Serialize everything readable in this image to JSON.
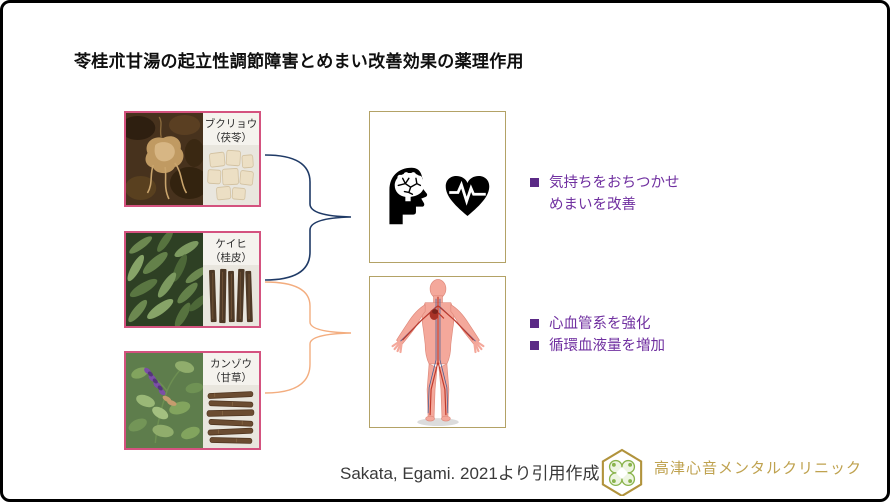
{
  "title": "苓桂朮甘湯の起立性調節障害とめまい改善効果の薬理作用",
  "herbs": [
    {
      "kana": "ブクリョウ",
      "kanji": "（茯苓）",
      "photo_icon": "poria-root-in-soil-photo",
      "pieces_icon": "dried-poria-cubes-photo"
    },
    {
      "kana": "ケイヒ",
      "kanji": "（桂皮）",
      "photo_icon": "cinnamon-leaves-photo",
      "pieces_icon": "dried-cinnamon-bark-photo"
    },
    {
      "kana": "カンゾウ",
      "kanji": "（甘草）",
      "photo_icon": "licorice-plant-photo",
      "pieces_icon": "dried-licorice-roots-photo"
    }
  ],
  "outcomes": [
    {
      "name": "mental-effect",
      "icons": [
        "brain-head-icon",
        "heart-pulse-icon"
      ],
      "bullets": [
        [
          "気持ちをおちつかせ",
          "めまいを改善"
        ]
      ]
    },
    {
      "name": "circulation-effect",
      "icons": [
        "human-circulation-figure"
      ],
      "bullets": [
        [
          "心血管系を強化"
        ],
        [
          "循環血液量を増加"
        ]
      ]
    }
  ],
  "footer": {
    "citation": "Sakata, Egami. 2021より引用作成",
    "clinic": "高津心音メンタルクリニック"
  },
  "colors": {
    "herb_border_pink": "#d4527f",
    "outcome_border_gold": "#b3a266",
    "bullet_purple": "#7030a0",
    "brace_blue": "#1f3a66",
    "brace_orange": "#f3ad7f",
    "logo_gold": "#b1933c",
    "logo_green": "#8ab44d",
    "clinic_text_gold": "#bfa24f"
  }
}
